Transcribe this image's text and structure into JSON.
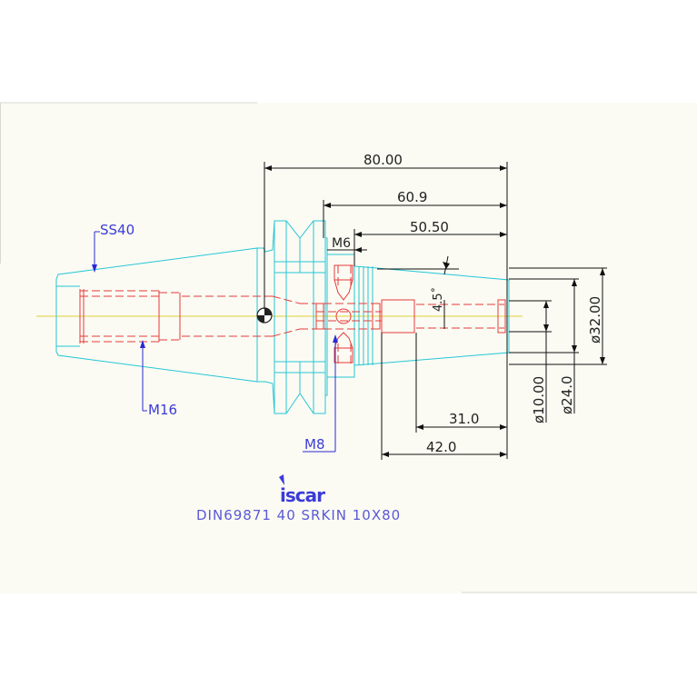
{
  "drawing": {
    "title": "DIN69871 40 SRKIN 10X80",
    "logo_text": "iscar",
    "colors": {
      "outline": "#27c6d6",
      "hidden": "#e53b3b",
      "center": "#e0d23a",
      "dimension": "#111111",
      "leader": "#2a2ad6",
      "label": "#3b3bd9",
      "sheet": "#fbfbf3"
    }
  },
  "dimensions": {
    "d80": "80.00",
    "d609": "60.9",
    "d5050": "50.50",
    "m6": "M6",
    "angle": "4.5˚",
    "d310": "31.0",
    "d420": "42.0",
    "dia10": "ø10.00",
    "dia24": "ø24.0",
    "dia32": "ø32.00"
  },
  "labels": {
    "ss40": "SS40",
    "m16": "M16",
    "m8": "M8"
  }
}
